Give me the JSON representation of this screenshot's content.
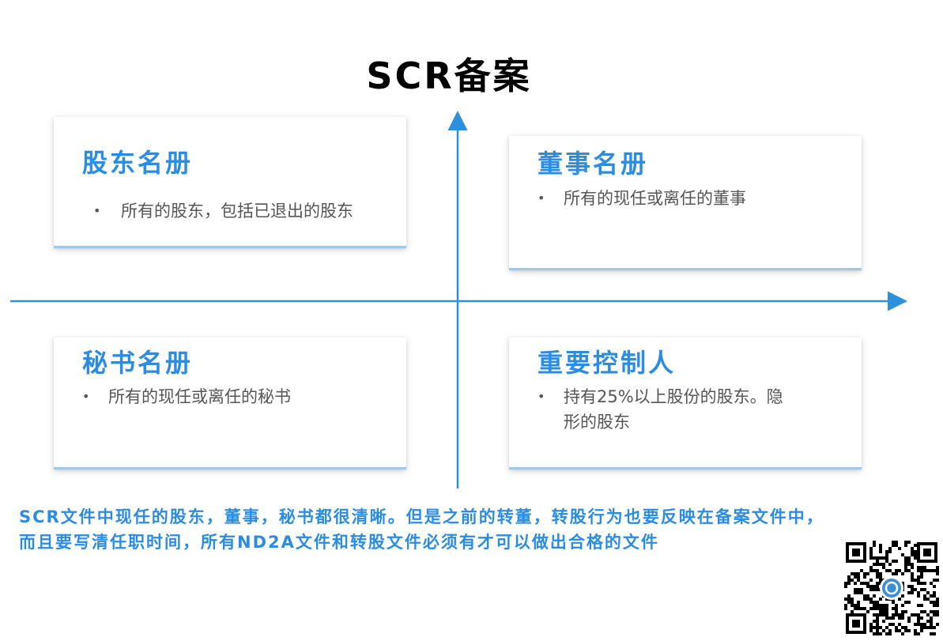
{
  "title": "SCR备案",
  "quadrants": {
    "top_left": {
      "title": "股东名册",
      "bullet": "所有的股东，包括已退出的股东"
    },
    "top_right": {
      "title": "董事名册",
      "bullet": "所有的现任或离任的董事"
    },
    "bottom_left": {
      "title": "秘书名册",
      "bullet": "所有的现任或离任的秘书"
    },
    "bottom_right": {
      "title": "重要控制人",
      "bullet_line1": "持有25%以上股份的股东。隐",
      "bullet_line2": "形的股东"
    }
  },
  "bullet_symbol": "•",
  "note": {
    "line1": "SCR文件中现任的股东，董事，秘书都很清晰。但是之前的转董，转股行为也要反映在备案文件中，",
    "line2": "而且要写清任职时间，所有ND2A文件和转股文件必须有才可以做出合格的文件"
  },
  "colors": {
    "accent": "#2b8ce3",
    "axis": "#2e8fdc",
    "card_border": "#9cc9ee",
    "text": "#555555"
  },
  "qr_icon": "qr-code-icon"
}
